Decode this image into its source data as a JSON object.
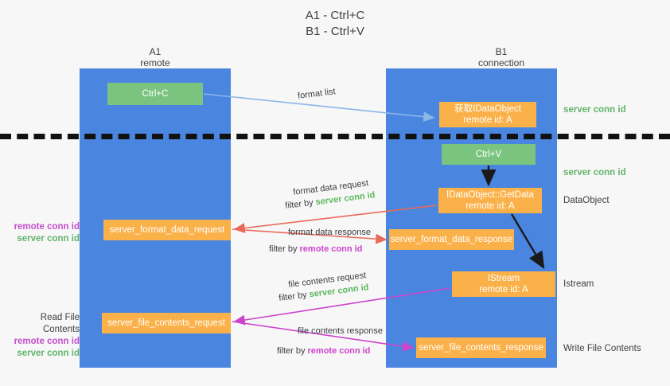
{
  "title": {
    "line1": "A1 - Ctrl+C",
    "line2": "B1 - Ctrl+V"
  },
  "columns": [
    {
      "name": "A1",
      "sub": "remote"
    },
    {
      "name": "B1",
      "sub": "connection"
    }
  ],
  "boxes": {
    "ctrl_c": {
      "label": "Ctrl+C"
    },
    "idataobject": {
      "line1": "获取IDataObject",
      "line2": "remote id: A"
    },
    "ctrl_v": {
      "label": "Ctrl+V"
    },
    "getdata": {
      "line1": "IDataObject::GetData",
      "line2": "remote id: A"
    },
    "server_format_data_request": {
      "label": "server_format_data_request"
    },
    "server_format_data_response": {
      "label": "server_format_data_response"
    },
    "istream": {
      "line1": "IStream",
      "line2": "remote id: A"
    },
    "server_file_contents_request": {
      "label": "server_file_contents_request"
    },
    "server_file_contents_response": {
      "label": "server_file_contents_response"
    }
  },
  "right_labels": {
    "server_conn_id_1": "server conn id",
    "server_conn_id_2": "server conn id",
    "dataobject": "DataObject",
    "istream": "Istream",
    "write_file_contents": "Write File Contents"
  },
  "left_labels": {
    "remote_conn_id_1": "remote conn id",
    "server_conn_id_1": "server conn id",
    "read_file_contents": "Read File Contents",
    "remote_conn_id_2": "remote conn id",
    "server_conn_id_2": "server conn id"
  },
  "captions": {
    "format_list": "format list",
    "format_data_request": "format data request",
    "filter_by_prefix": "filter by",
    "filter_server_conn_id": "server conn id",
    "format_data_response": "format data response",
    "filter_remote_conn_id": "remote conn id",
    "file_contents_request": "file contents request",
    "file_contents_response": "file contents response"
  },
  "colors": {
    "lane_blue": "#4a86e0",
    "box_green": "#7bc47f",
    "box_orange": "#fbb149",
    "server_conn_green": "#62b46b",
    "remote_conn_magenta": "#c24ecb",
    "arrow_lightblue": "#8ab6e8",
    "arrow_red": "#e8695a",
    "arrow_magenta": "#cc44cc",
    "arrow_black": "#1a1a1a",
    "background": "#f7f7f7"
  }
}
